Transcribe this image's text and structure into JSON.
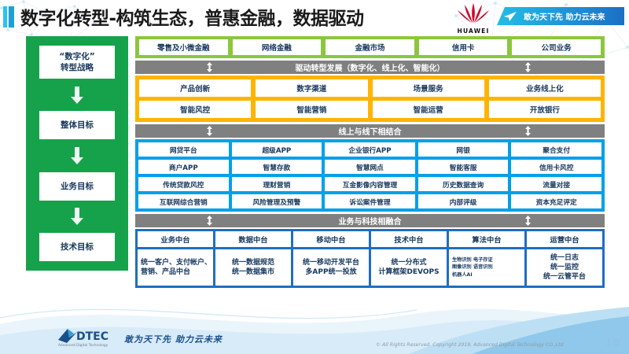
{
  "header": {
    "title": "数字化转型-构筑生态，普惠金融，数据驱动",
    "huawei_brand": "HUAWEI",
    "slogan": "敢为天下先 助力云未来"
  },
  "left_column": {
    "items": [
      {
        "label": "“数字化”\n转型战略"
      },
      {
        "label": "整体目标"
      },
      {
        "label": "业务目标"
      },
      {
        "label": "技术目标"
      }
    ]
  },
  "business_lines": {
    "items": [
      "零售及小微金融",
      "网络金融",
      "金融市场",
      "信用卡",
      "公司业务"
    ]
  },
  "band_drive": {
    "title": "驱动转型发展（数字化、线上化、智能化）"
  },
  "drive_section": {
    "row1": [
      "产品创新",
      "数字渠道",
      "场景服务",
      "业务线上化"
    ],
    "row2": [
      "智能风控",
      "智能营销",
      "智能运营",
      "开放银行"
    ]
  },
  "band_online_offline": {
    "title": "线上与线下相结合"
  },
  "online_offline_section": {
    "row1": [
      "网贷平台",
      "超级APP",
      "企业银行APP",
      "网银",
      "聚合支付"
    ],
    "row2": [
      "商户APP",
      "智慧存款",
      "智慧网点",
      "智能客服",
      "信用卡风控"
    ],
    "row3": [
      "传统贷款风控",
      "理财营销",
      "互金影像内容管理",
      "历史数据查询",
      "流量对接"
    ],
    "row4": [
      "互联网综合营销",
      "风险管理及预警",
      "诉讼案件管理",
      "内部评级",
      "资本充足评定"
    ]
  },
  "band_fusion": {
    "title": "业务与科技相融合"
  },
  "platform_section": {
    "columns": [
      {
        "head": "业务中台",
        "body": "统一客户、支付帐户、营销、产品中台"
      },
      {
        "head": "数据中台",
        "body": "统一数据规范\n统一数据集市"
      },
      {
        "head": "移动中台",
        "body": "统一移动开发平台\n多APP统一投放"
      },
      {
        "head": "技术中台",
        "body": "统一分布式\n计算框架DEVOPS"
      },
      {
        "head": "算法中台",
        "body_lines": [
          "生物识别 电子存证",
          "图像识别 语音识别",
          "机器人AI"
        ]
      },
      {
        "head": "运营中台",
        "body": "统一日志\n统一监控\n统一云管平台"
      }
    ]
  },
  "footer": {
    "logo_text": "DTEC",
    "logo_subtext": "Advanced Digital Technology",
    "tagline": "敢为天下先  助力云未来",
    "copyright": "© All Rights Reserved. Copyright 2019, Advanced Digital Technology CO.,Ltd",
    "page_number": "10"
  },
  "colors": {
    "green": "#16a24a",
    "light_green": "#8cc63e",
    "gray": "#808080",
    "orange": "#ffb400",
    "blue": "#00a0e9",
    "dark_blue": "#1f6fc0",
    "text_navy": "#17375e",
    "huawei_red": "#cf0a2c"
  }
}
